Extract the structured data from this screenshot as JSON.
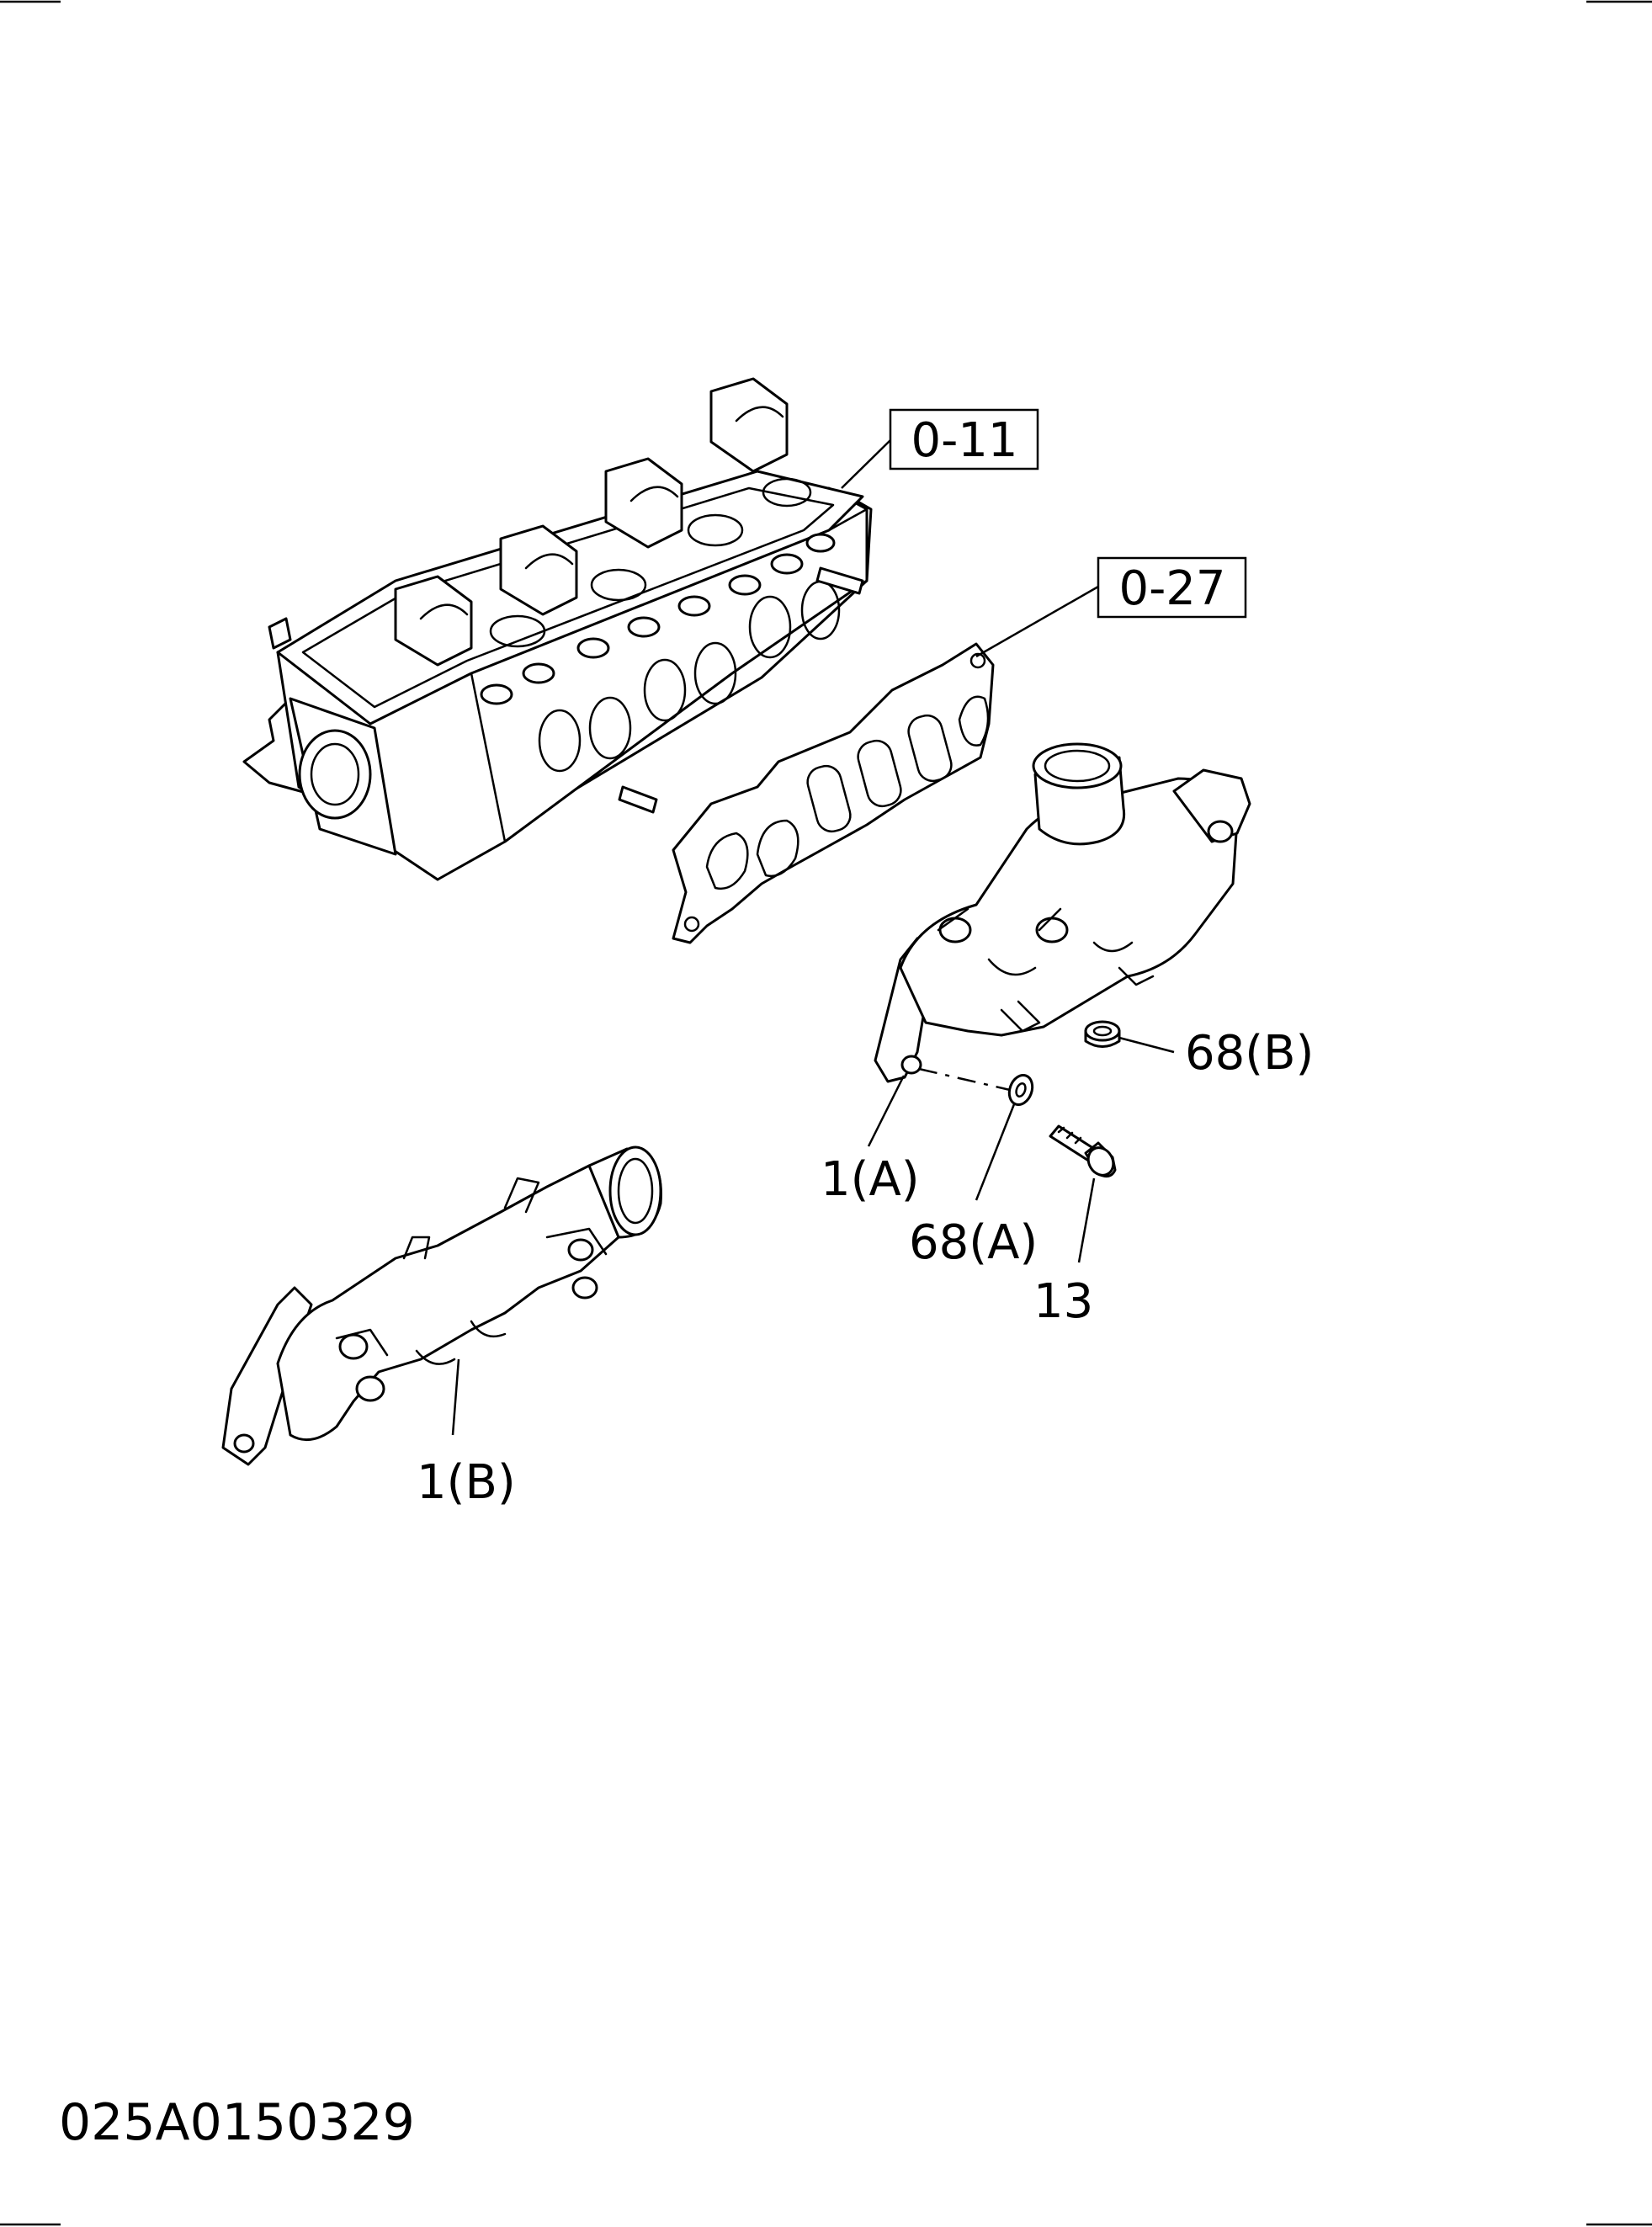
{
  "callouts": {
    "ref_0_11": "0-11",
    "ref_0_27": "0-27",
    "part_68b": "68(B)",
    "part_1a": "1(A)",
    "part_68a": "68(A)",
    "part_13": "13",
    "part_1b": "1(B)"
  },
  "footer": {
    "drawing_number": "025A0150329"
  }
}
